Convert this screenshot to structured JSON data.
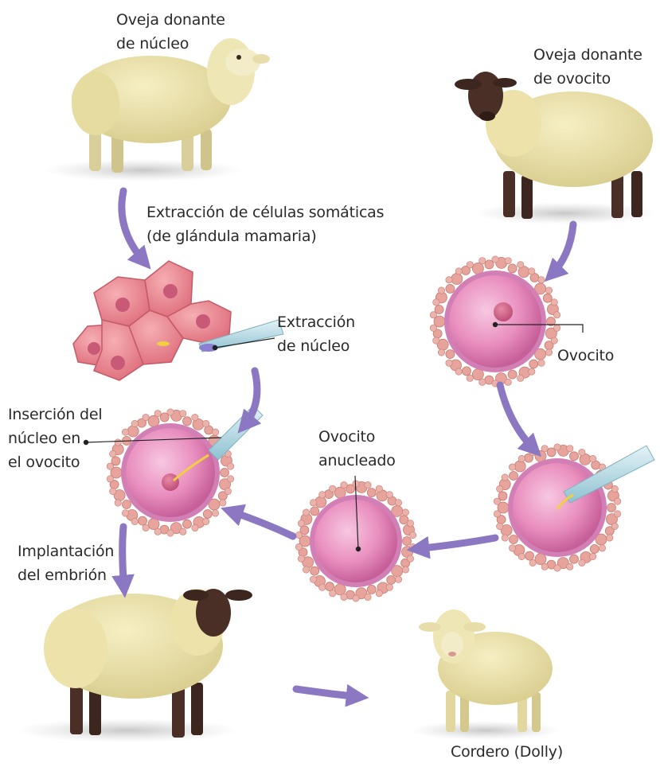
{
  "labels": {
    "donor_nucleus": [
      "Oveja donante",
      "de núcleo"
    ],
    "donor_oocyte": [
      "Oveja donante",
      "de ovocito"
    ],
    "somatic_extraction": [
      "Extracción de células somáticas",
      "(de glándula mamaria)"
    ],
    "nucleus_extraction": [
      "Extracción",
      "de núcleo"
    ],
    "oocyte": "Ovocito",
    "insertion": [
      "Inserción del",
      "núcleo en",
      "el ovocito"
    ],
    "enucleated": [
      "Ovocito",
      "anucleado"
    ],
    "implantation": [
      "Implantación",
      "del embrión"
    ],
    "lamb": "Cordero (Dolly)"
  },
  "colors": {
    "arrow": "#8c78c2",
    "wool": "#ece3a8",
    "wool_shade": "#c9bd7a",
    "dark_face": "#4a2f26",
    "cell": "#e88a94",
    "oocyte": "#e98fbf",
    "granules": "#e6a49c",
    "pipette": "#b8dce6"
  }
}
